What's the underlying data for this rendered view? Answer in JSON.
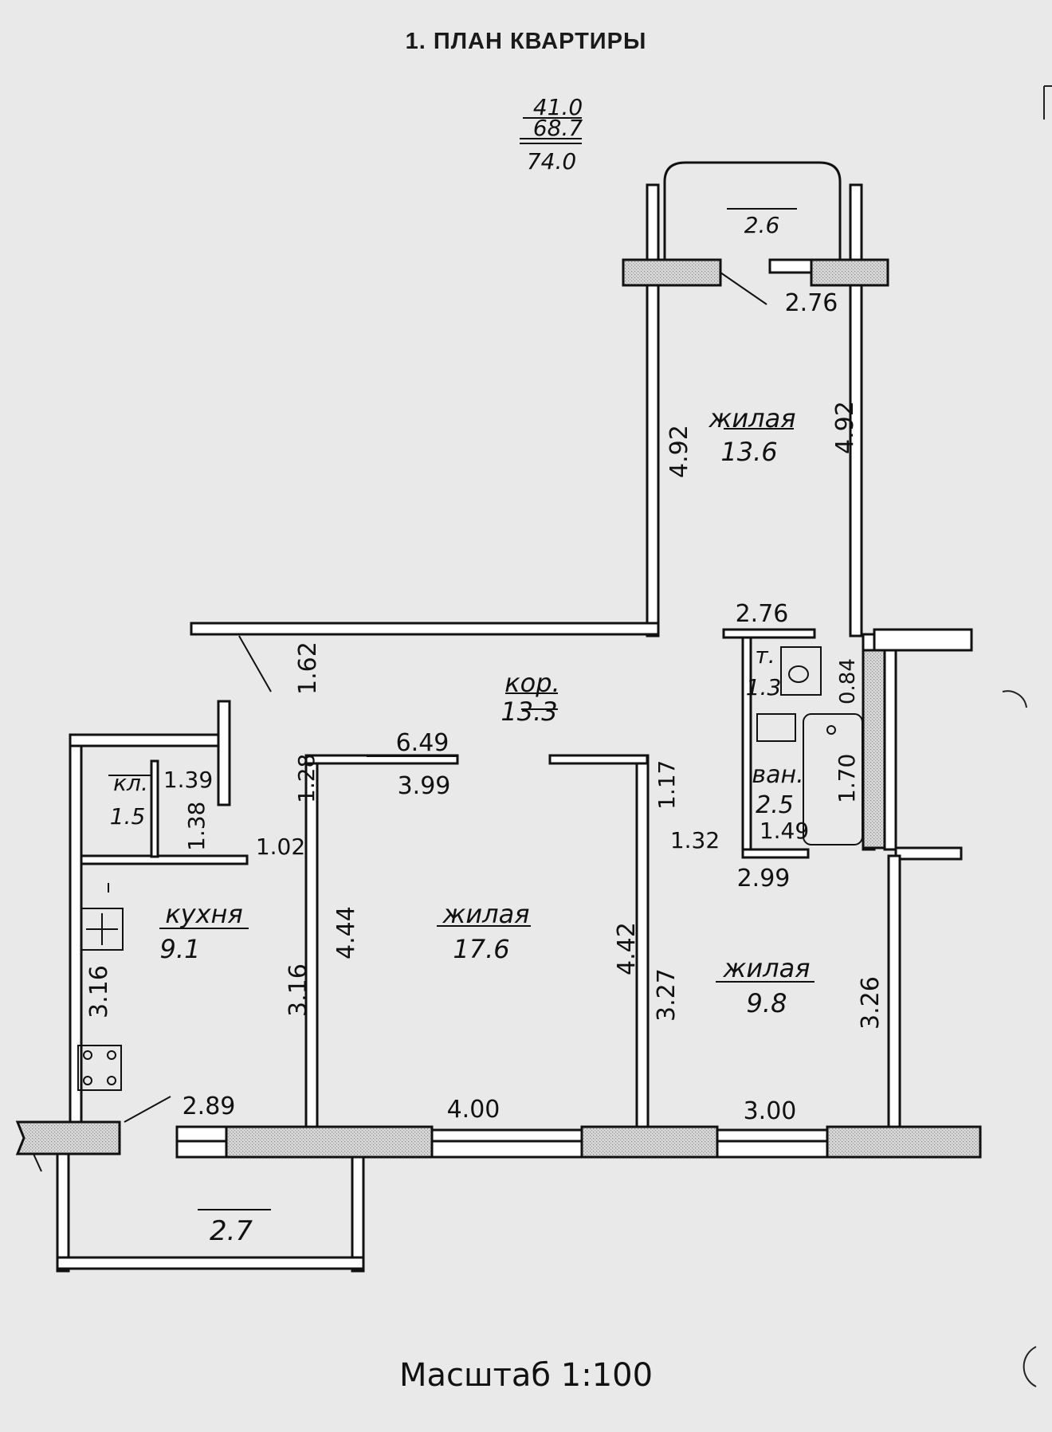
{
  "title": "1. ПЛАН КВАРТИРЫ",
  "area_summary": {
    "living": "41.0",
    "total": "68.7",
    "with_balcony": "74.0"
  },
  "rooms": {
    "living_top": {
      "name": "жилая",
      "area": "13.6"
    },
    "corridor": {
      "name": "кор.",
      "area": "13.3"
    },
    "toilet": {
      "name": "т.",
      "area": "1.3"
    },
    "bath": {
      "name": "ван.",
      "area": "2.5"
    },
    "closet": {
      "name": "кл.",
      "area": "1.5"
    },
    "kitchen": {
      "name": "кухня",
      "area": "9.1"
    },
    "living_mid": {
      "name": "жилая",
      "area": "17.6"
    },
    "living_right": {
      "name": "жилая",
      "area": "9.8"
    },
    "balcony_top": {
      "area": "2.6"
    },
    "balcony_bottom": {
      "area": "2.7"
    }
  },
  "dimensions": {
    "d276a": "2.76",
    "d492l": "4.92",
    "d492r": "4.92",
    "d276b": "2.76",
    "d084": "0.84",
    "d170": "1.70",
    "d149": "1.49",
    "d132": "1.32",
    "d299": "2.99",
    "d117": "1.17",
    "d162": "1.62",
    "d649": "6.49",
    "d399": "3.99",
    "d128": "1.28",
    "d139": "1.39",
    "d138": "1.38",
    "d102": "1.02",
    "d316a": "3.16",
    "d316b": "3.16",
    "d444": "4.44",
    "d442": "4.42",
    "d327": "3.27",
    "d326": "3.26",
    "d289": "2.89",
    "d400": "4.00",
    "d300": "3.00"
  },
  "scale": "Масштаб  1:100"
}
